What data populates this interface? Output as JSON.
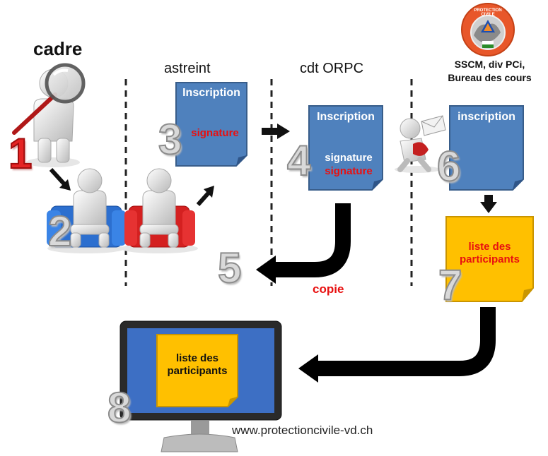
{
  "header": {
    "cadre": "cadre",
    "astreint": "astreint",
    "cdt": "cdt ORPC",
    "org_line1": "SSCM, div PCi,",
    "org_line2": "Bureau des cours",
    "logo_text": "PROTECTION CIVILE"
  },
  "documents": {
    "doc3_title": "Inscription",
    "doc3_sig": "signature",
    "doc4_title": "Inscription",
    "doc4_sig1": "signature",
    "doc4_sig2": "signature",
    "doc6_title": "inscription"
  },
  "lists": {
    "list7_line1": "liste des",
    "list7_line2": "participants",
    "list8_line1": "liste des",
    "list8_line2": "participants"
  },
  "labels": {
    "copie": "copie",
    "url": "www.protectioncivile-vd.ch"
  },
  "steps": [
    "1",
    "2",
    "3",
    "4",
    "5",
    "6",
    "7",
    "8"
  ],
  "colors": {
    "doc_blue": "#4f81bd",
    "doc_border": "#385d8a",
    "list_yellow": "#ffc000",
    "accent_red": "#e81010",
    "logo_orange": "#e8572a"
  }
}
